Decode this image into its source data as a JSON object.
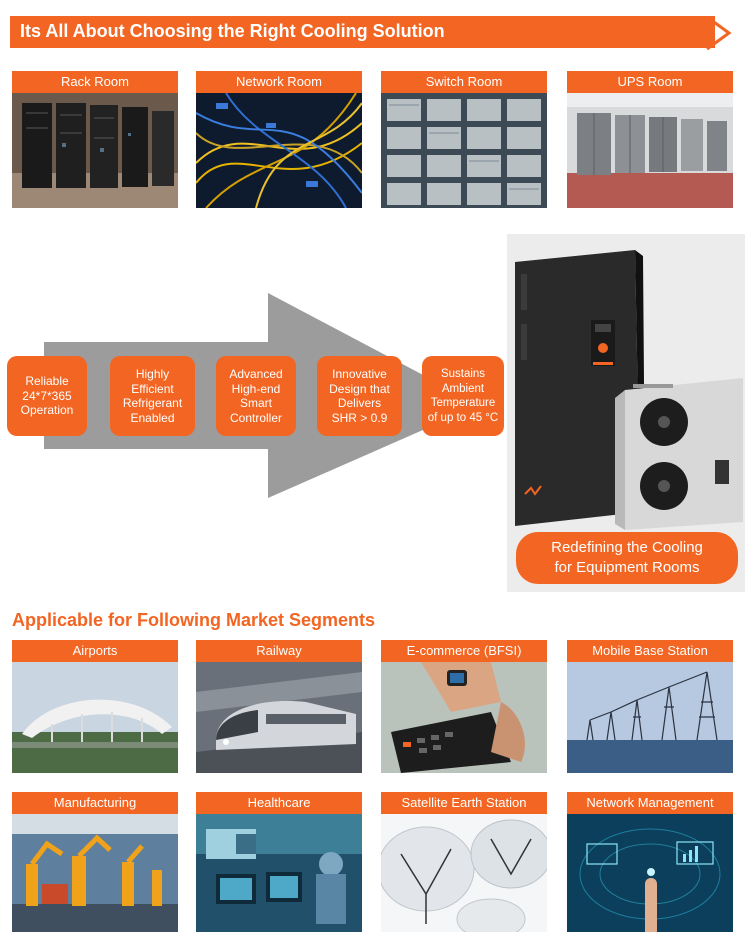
{
  "header": {
    "title": "Its All About Choosing the Right Cooling Solution"
  },
  "rooms": [
    {
      "label": "Rack Room",
      "icon": "server-racks-photo"
    },
    {
      "label": "Network Room",
      "icon": "network-cables-photo"
    },
    {
      "label": "Switch Room",
      "icon": "switch-panels-photo"
    },
    {
      "label": "UPS Room",
      "icon": "ups-cabinets-photo"
    }
  ],
  "features": [
    "Reliable\n24*7*365\nOperation",
    "Highly\nEfficient\nRefrigerant\nEnabled",
    "Advanced\nHigh-end\nSmart\nController",
    "Innovative\nDesign that\nDelivers\nSHR > 0.9",
    "Sustains\nAmbient\nTemperature\nof up to 45 °C"
  ],
  "product": {
    "cta": "Redefining the Cooling\nfor Equipment  Rooms"
  },
  "segments": {
    "title": "Applicable for Following Market Segments",
    "items": [
      {
        "label": "Airports",
        "icon": "airport-photo"
      },
      {
        "label": "Railway",
        "icon": "train-photo"
      },
      {
        "label": "E-commerce (BFSI)",
        "icon": "payment-terminal-photo"
      },
      {
        "label": "Mobile Base Station",
        "icon": "transmission-towers-photo"
      },
      {
        "label": "Manufacturing",
        "icon": "factory-robots-photo"
      },
      {
        "label": "Healthcare",
        "icon": "operating-room-photo"
      },
      {
        "label": "Satellite Earth Station",
        "icon": "satellite-dish-photo"
      },
      {
        "label": "Network Management",
        "icon": "digital-world-photo"
      }
    ]
  },
  "colors": {
    "accent": "#f26522",
    "arrow": "#9c9c9c"
  }
}
